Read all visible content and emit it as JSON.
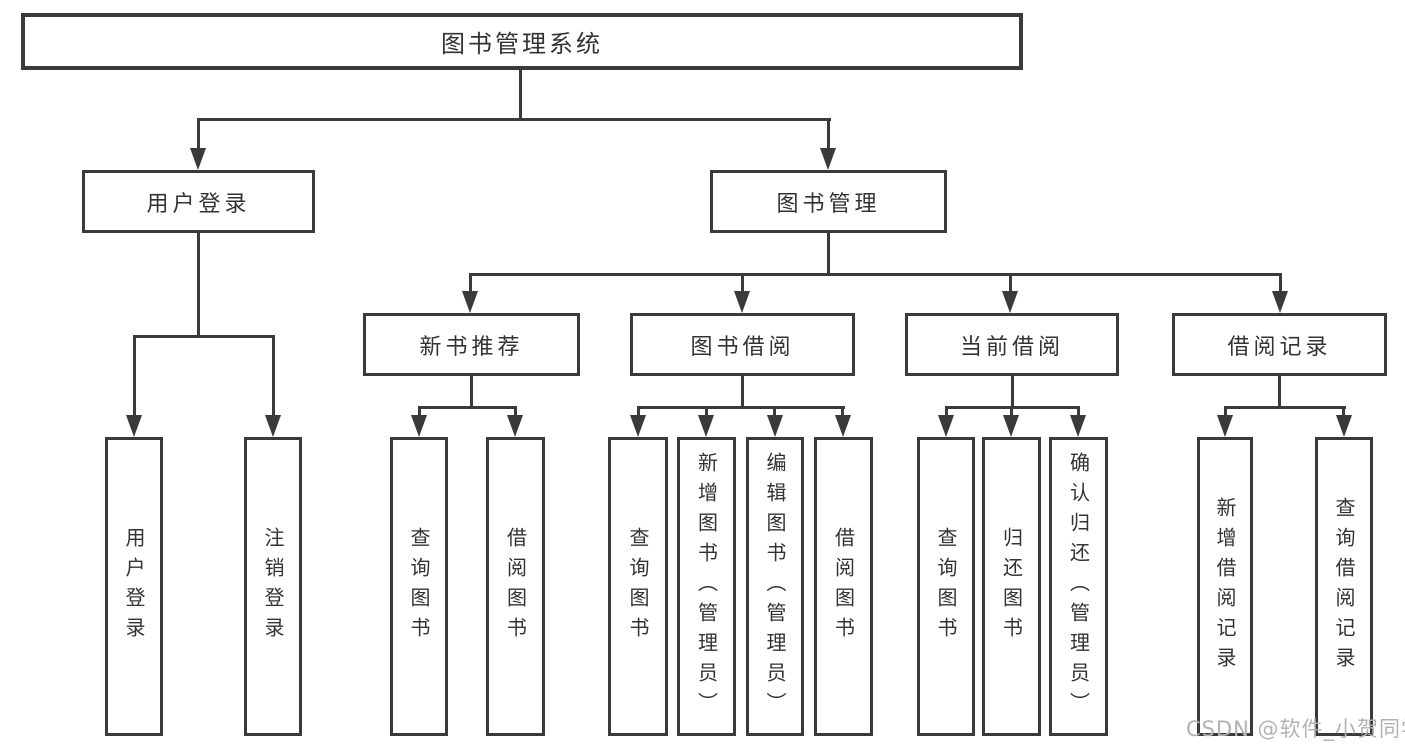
{
  "tree": {
    "root": "图书管理系统",
    "children": [
      {
        "label": "用户登录",
        "children": [
          {
            "label": "用户登录"
          },
          {
            "label": "注销登录"
          }
        ]
      },
      {
        "label": "图书管理",
        "children": [
          {
            "label": "新书推荐",
            "children": [
              {
                "label": "查询图书"
              },
              {
                "label": "借阅图书"
              }
            ]
          },
          {
            "label": "图书借阅",
            "children": [
              {
                "label": "查询图书"
              },
              {
                "label": "新增图书（管理员）"
              },
              {
                "label": "编辑图书（管理员）"
              },
              {
                "label": "借阅图书"
              }
            ]
          },
          {
            "label": "当前借阅",
            "children": [
              {
                "label": "查询图书"
              },
              {
                "label": "归还图书"
              },
              {
                "label": "确认归还（管理员）"
              }
            ]
          },
          {
            "label": "借阅记录",
            "children": [
              {
                "label": "新增借阅记录"
              },
              {
                "label": "查询借阅记录"
              }
            ]
          }
        ]
      }
    ]
  },
  "watermark": "CSDN @软件_小贺同学",
  "colors": {
    "line": "#3a3a3a",
    "text": "#333333",
    "watermark": "#b2b2b2",
    "background": "#ffffff"
  }
}
